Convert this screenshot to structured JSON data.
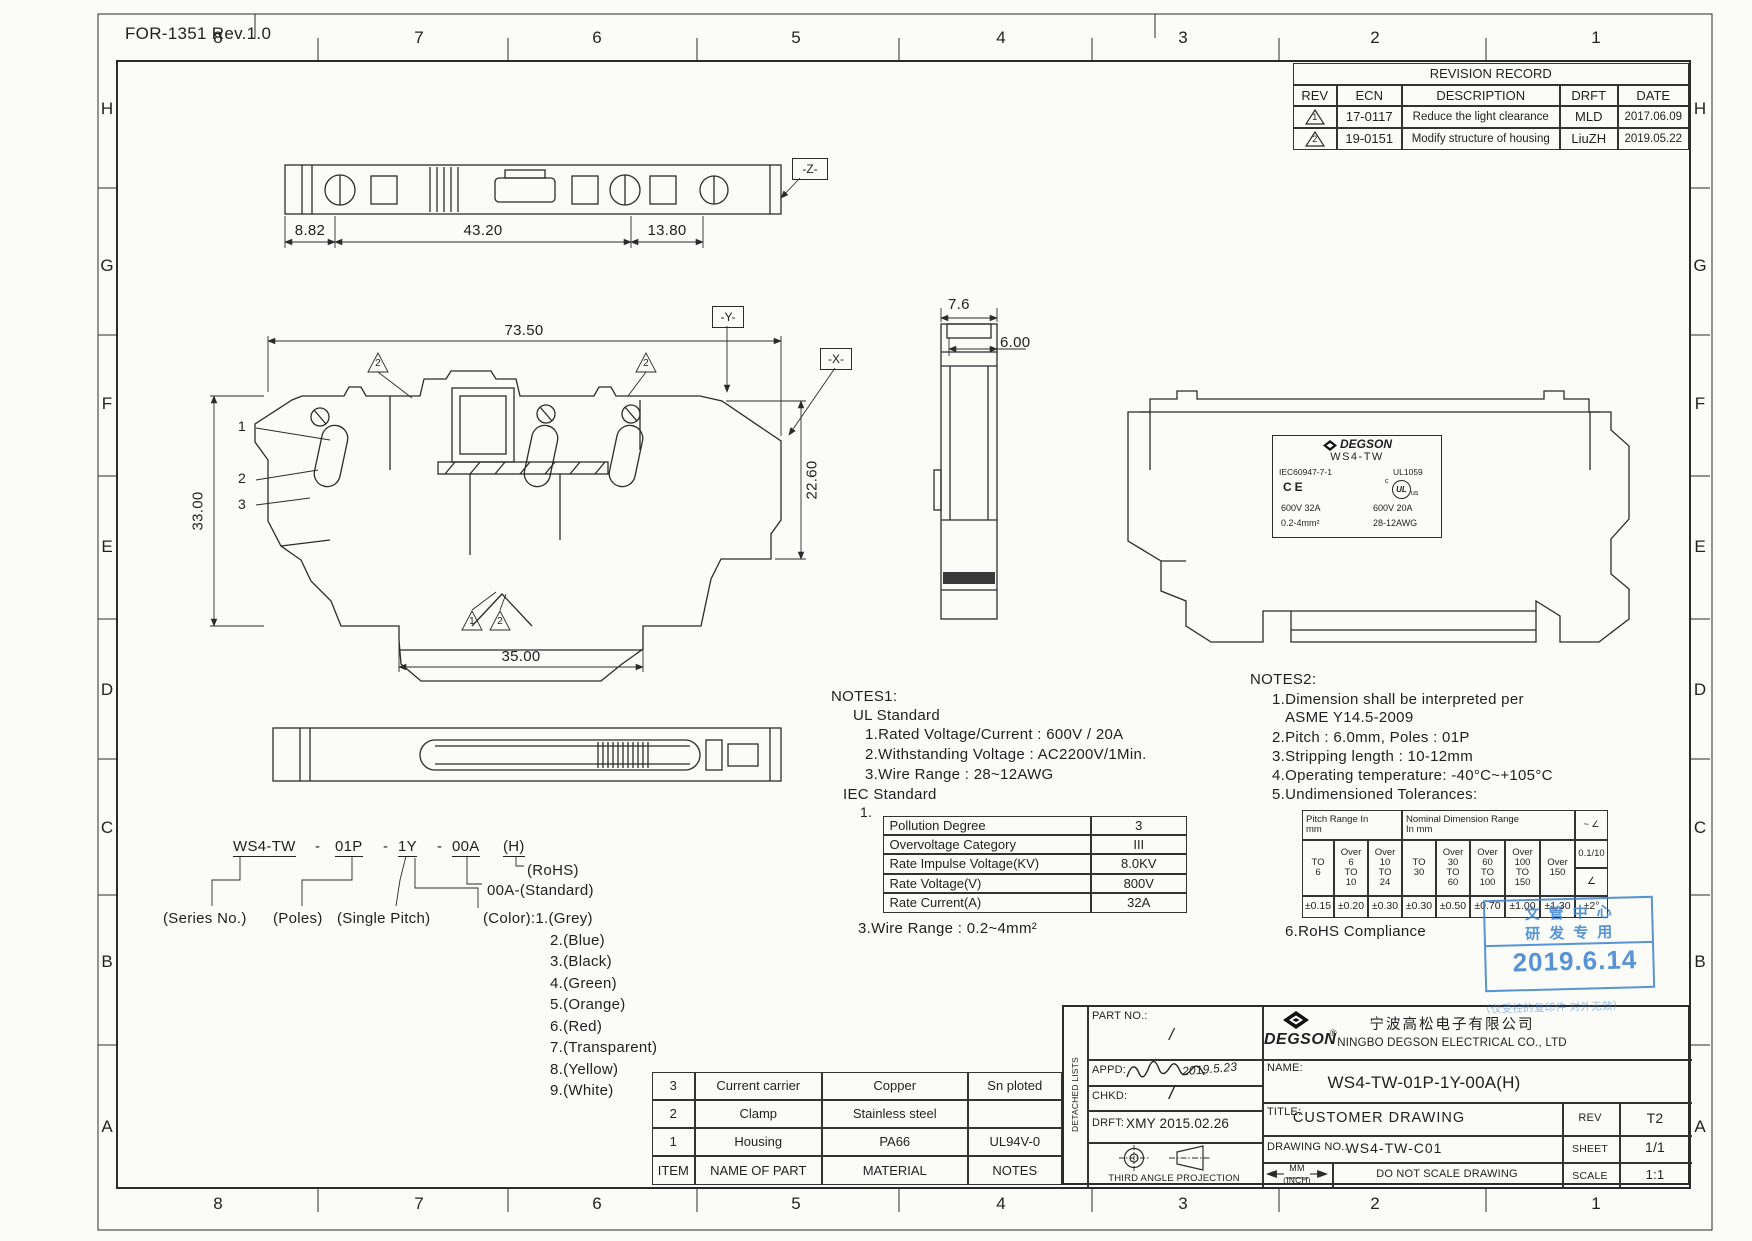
{
  "sheet": {
    "form_no": "FOR-1351 Rev.1.0",
    "zone_cols": [
      "8",
      "7",
      "6",
      "5",
      "4",
      "3",
      "2",
      "1"
    ],
    "zone_rows": [
      "H",
      "G",
      "F",
      "E",
      "D",
      "C",
      "B",
      "A"
    ]
  },
  "revision": {
    "title": "REVISION RECORD",
    "headers": [
      "REV",
      "ECN",
      "DESCRIPTION",
      "DRFT",
      "DATE"
    ],
    "rows": [
      {
        "rev": "1",
        "ecn": "17-0117",
        "desc": "Reduce the light clearance",
        "drft": "MLD",
        "date": "2017.06.09"
      },
      {
        "rev": "2",
        "ecn": "19-0151",
        "desc": "Modify structure of housing",
        "drft": "LiuZH",
        "date": "2019.05.22"
      }
    ]
  },
  "dims": {
    "top_view": {
      "d1": "8.82",
      "d2": "43.20",
      "d3": "13.80",
      "datum_z": "-Z-"
    },
    "front_view": {
      "width": "73.50",
      "height": "33.00",
      "foot": "35.00",
      "right_h": "22.60",
      "balloon1": "1",
      "balloon2": "2",
      "balloon3": "3",
      "flag_top1": "2",
      "flag_top2": "2",
      "flag_bot1": "1",
      "flag_bot2": "2",
      "datum_y": "-Y-",
      "datum_x": "-X-"
    },
    "side_view": {
      "w": "7.6",
      "pitch": "6.00"
    }
  },
  "marking": {
    "brand": "DEGSON",
    "model": "WS4-TW",
    "iec": "IEC60947-7-1",
    "ul_file": "UL1059",
    "ce": "CE",
    "ul_c": "c",
    "ul_center": "UL",
    "ul_us": "us",
    "v1": "600V 32A",
    "w1": "0.2-4mm²",
    "v2": "600V 20A",
    "w2": "28-12AWG"
  },
  "notes1": {
    "title": "NOTES1:",
    "ul_heading": "UL Standard",
    "item1": "1.Rated Voltage/Current : 600V / 20A",
    "item2": "2.Withstanding Voltage : AC2200V/1Min.",
    "item3": "3.Wire Range : 28~12AWG",
    "iec_heading": "IEC Standard",
    "item_no": "1.",
    "table": [
      {
        "k": "Pollution Degree",
        "v": "3"
      },
      {
        "k": "Overvoltage Category",
        "v": "III"
      },
      {
        "k": "Rate Impulse Voltage(KV)",
        "v": "8.0KV"
      },
      {
        "k": "Rate Voltage(V)",
        "v": "800V"
      },
      {
        "k": "Rate Current(A)",
        "v": "32A"
      }
    ],
    "wire": "3.Wire Range : 0.2~4mm²"
  },
  "notes2": {
    "title": "NOTES2:",
    "line1": "1.Dimension shall be interpreted per",
    "line2": "ASME Y14.5-2009",
    "line3": "2.Pitch : 6.0mm, Poles : 01P",
    "line4": "3.Stripping length : 10-12mm",
    "line5": "4.Operating temperature: -40°C~+105°C",
    "line6": "5.Undimensioned Tolerances:",
    "line7": "6.RoHS Compliance"
  },
  "tol": {
    "pitch_hdr": "Pitch Range In\nmm",
    "nominal_hdr": "Nominal Dimension Range\nIn mm",
    "sym_header": "~ ∠",
    "pitch_cols": [
      "TO\n6",
      "Over\n6\nTO\n10",
      "Over\n10\nTO\n24"
    ],
    "nom_cols": [
      "TO\n30",
      "Over\n30\nTO\n60",
      "Over\n60\nTO\n100",
      "Over\n100\nTO\n150",
      "Over\n150"
    ],
    "flat": "0.1/10",
    "sym_mid": "∠",
    "angle": "±2°",
    "pitch_vals": [
      "±0.15",
      "±0.20",
      "±0.30"
    ],
    "nom_vals": [
      "±0.30",
      "±0.50",
      "±0.70",
      "±1.00",
      "±1.30"
    ]
  },
  "part_code": {
    "s1": "WS4-TW",
    "dash1": "-",
    "s2": "01P",
    "dash2": "-",
    "s3": "1Y",
    "dash3": "-",
    "s4": "00A",
    "s5": "(H)",
    "rohs": "(RoHS)",
    "standard": "00A-(Standard)",
    "lbl_series": "(Series No.)",
    "lbl_poles": "(Poles)",
    "lbl_pitch": "(Single Pitch)",
    "lbl_color": "(Color):1.(Grey)",
    "colors": [
      "2.(Blue)",
      "3.(Black)",
      "4.(Green)",
      "5.(Orange)",
      "6.(Red)",
      "7.(Transparent)",
      "8.(Yellow)",
      "9.(White)"
    ]
  },
  "materials": {
    "rows": [
      {
        "item": "3",
        "name": "Current carrier",
        "mat": "Copper",
        "note": "Sn ploted"
      },
      {
        "item": "2",
        "name": "Clamp",
        "mat": "Stainless steel",
        "note": ""
      },
      {
        "item": "1",
        "name": "Housing",
        "mat": "PA66",
        "note": "UL94V-0"
      }
    ],
    "headers": [
      "ITEM",
      "NAME OF PART",
      "MATERIAL",
      "NOTES"
    ]
  },
  "tb": {
    "detached": "DETACHED LISTS",
    "part_no": "PART NO.:",
    "part_no_v": "/",
    "appd": "APPD:",
    "appd_v": "2019.5.23",
    "chkd": "CHKD:",
    "chkd_v": "/",
    "drft": "DRFT:",
    "drft_v": "XMY  2015.02.26",
    "projection": "THIRD ANGLE PROJECTION",
    "brand": "DEGSON",
    "reg": "®",
    "company_cn": "宁波高松电子有限公司",
    "company_en": "NINGBO DEGSON ELECTRICAL CO., LTD",
    "name": "NAME:",
    "name_v": "WS4-TW-01P-1Y-00A(H)",
    "title": "TITLE:",
    "title_v": "CUSTOMER DRAWING",
    "rev": "REV",
    "rev_v": "T2",
    "dwg": "DRAWING NO.:",
    "dwg_v": "WS4-TW-C01",
    "sheet": "SHEET",
    "sheet_v": "1/1",
    "mm": "MM",
    "inch": "(INCH)",
    "noscale": "DO NOT SCALE DRAWING",
    "scale": "SCALE",
    "scale_v": "1:1"
  },
  "stamp": {
    "l1": "文管中心",
    "l2": "研发专用",
    "date": "2019.6.14",
    "footer": "（仅受控的复印件 对外无效）",
    "color": "#3c83cf"
  }
}
